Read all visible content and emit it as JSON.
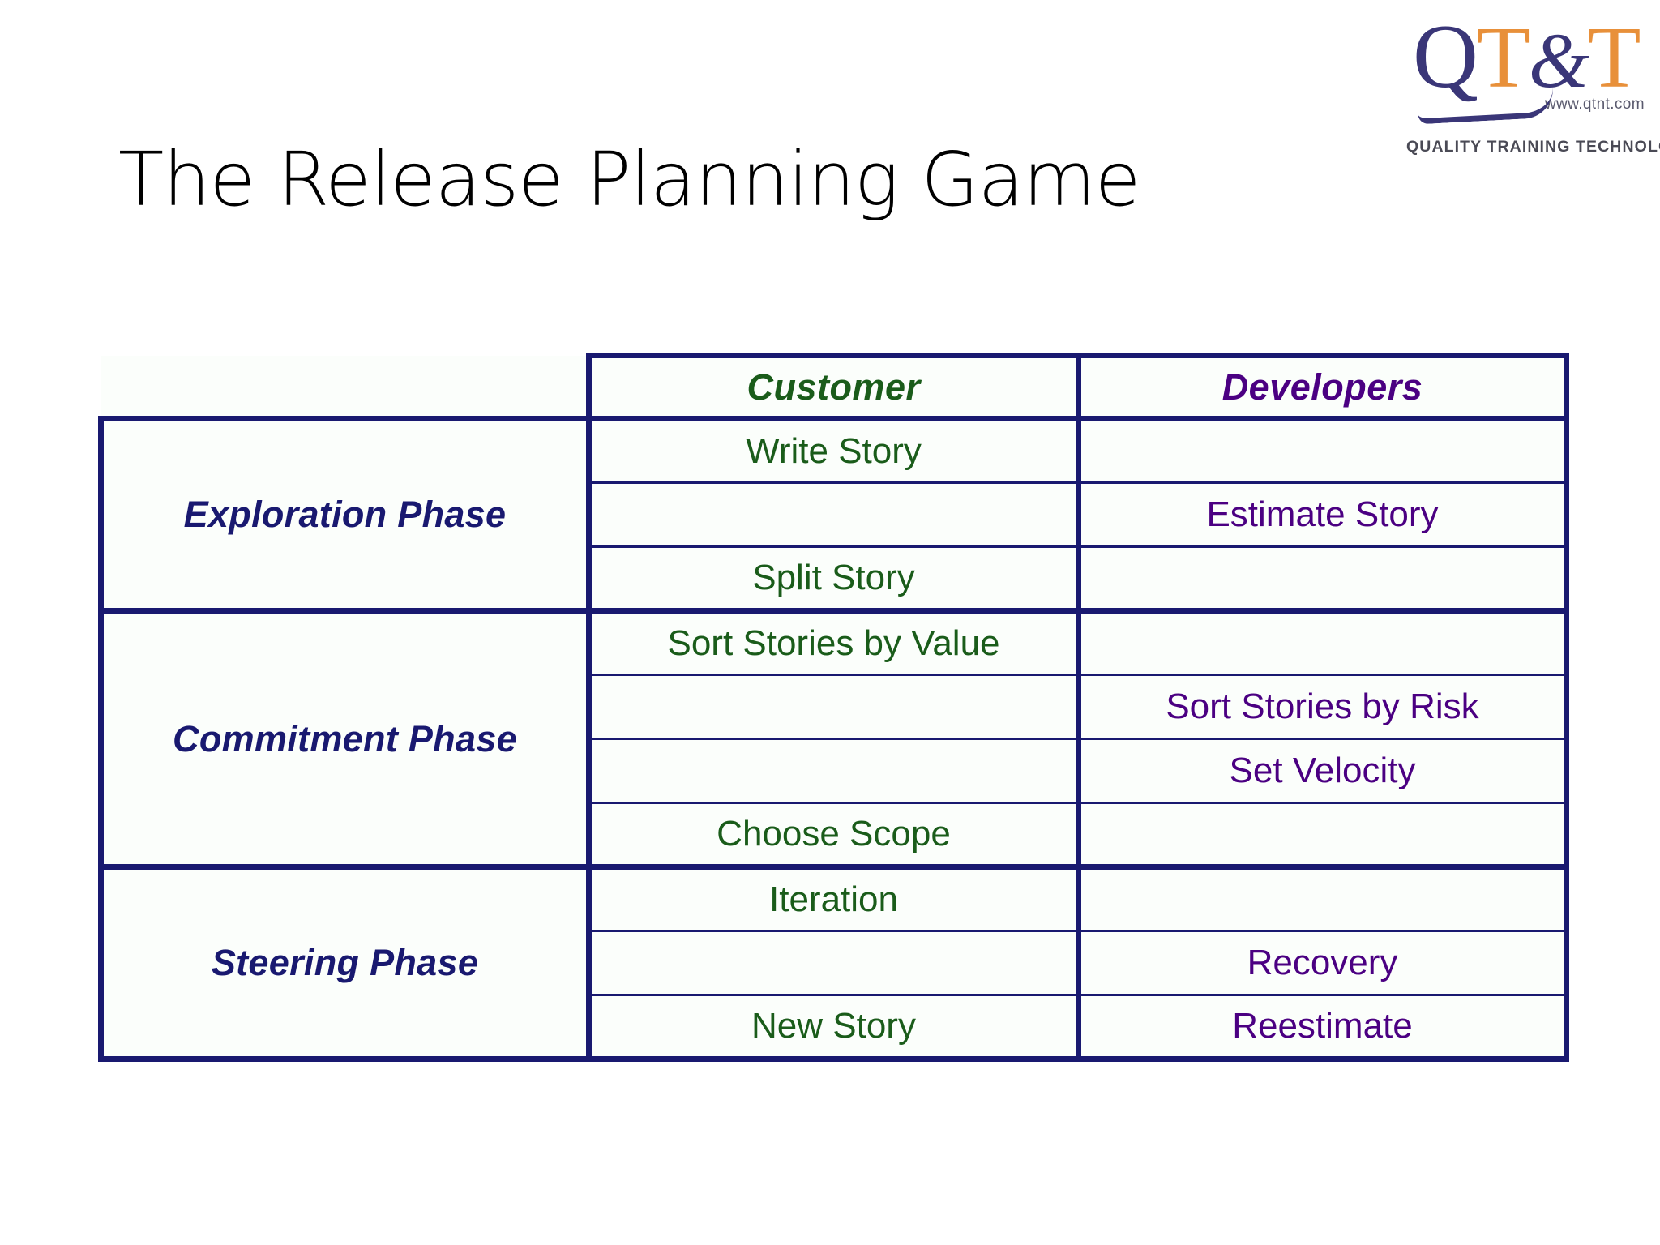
{
  "slide": {
    "title": "The Release Planning Game"
  },
  "logo": {
    "mark_q": "Q",
    "mark_t1": "T",
    "mark_amp": "&",
    "mark_t2": "T",
    "url": "www.qtnt.com",
    "tagline": "QUALITY  TRAINING  TECHNOLOGY",
    "colors": {
      "letter_navy": "#3a3678",
      "letter_orange": "#e8903a",
      "tagline_gray": "#4a4a55"
    }
  },
  "table": {
    "colors": {
      "border": "#191970",
      "customer_text": "#1a5c1a",
      "developers_text": "#4b0082",
      "phase_text": "#191970",
      "cell_background": "#fbfefb"
    },
    "headers": {
      "phase_column": "",
      "customer": "Customer",
      "developers": "Developers"
    },
    "sections": [
      {
        "phase": "Exploration Phase",
        "rows": [
          {
            "customer": "Write Story",
            "developers": ""
          },
          {
            "customer": "",
            "developers": "Estimate Story"
          },
          {
            "customer": "Split Story",
            "developers": ""
          }
        ]
      },
      {
        "phase": "Commitment Phase",
        "rows": [
          {
            "customer": "Sort Stories by Value",
            "developers": ""
          },
          {
            "customer": "",
            "developers": "Sort Stories by Risk"
          },
          {
            "customer": "",
            "developers": "Set Velocity"
          },
          {
            "customer": "Choose Scope",
            "developers": ""
          }
        ]
      },
      {
        "phase": "Steering Phase",
        "rows": [
          {
            "customer": "Iteration",
            "developers": ""
          },
          {
            "customer": "",
            "developers": "Recovery"
          },
          {
            "customer": "New Story",
            "developers": "Reestimate"
          }
        ]
      }
    ]
  }
}
